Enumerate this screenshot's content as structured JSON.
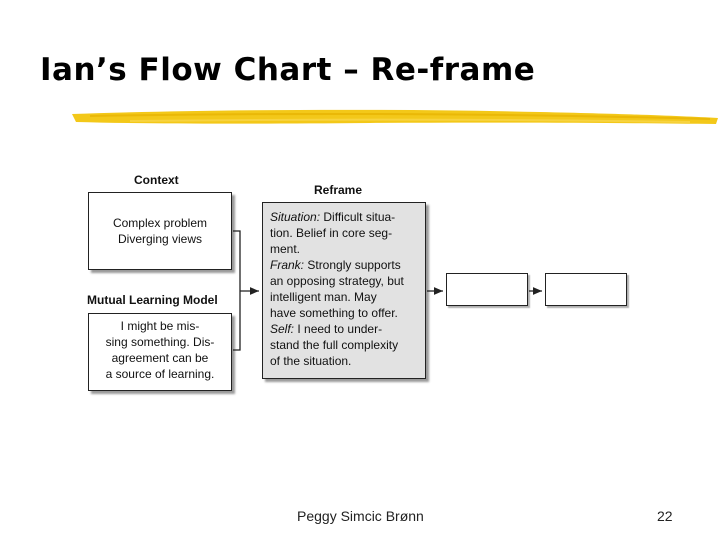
{
  "slide": {
    "title": "Ian’s Flow Chart – Re-frame",
    "footer_author": "Peggy Simcic Brønn",
    "page_number": "22"
  },
  "diagram": {
    "context_label": "Context",
    "context_lines": [
      "Complex problem",
      "Diverging views"
    ],
    "model_label": "Mutual Learning Model",
    "model_lines": [
      "I might be mis-",
      "sing something. Dis-",
      "agreement can be",
      "a source of learning."
    ],
    "reframe_label": "Reframe",
    "reframe_lines": [
      {
        "lead": "Situation:",
        "rest": " Difficult situa-"
      },
      {
        "lead": "",
        "rest": "tion. Belief in core seg-"
      },
      {
        "lead": "",
        "rest": "ment."
      },
      {
        "lead": "Frank:",
        "rest": " Strongly supports"
      },
      {
        "lead": "",
        "rest": "an opposing strategy, but"
      },
      {
        "lead": "",
        "rest": "intelligent man. May"
      },
      {
        "lead": "",
        "rest": "have something to offer."
      },
      {
        "lead": "Self:",
        "rest": " I need to under-"
      },
      {
        "lead": "",
        "rest": "stand the full complexity"
      },
      {
        "lead": "",
        "rest": "of the situation."
      }
    ]
  },
  "colors": {
    "brush_stroke": "#f2c200",
    "reframe_fill": "#e2e2e2"
  }
}
